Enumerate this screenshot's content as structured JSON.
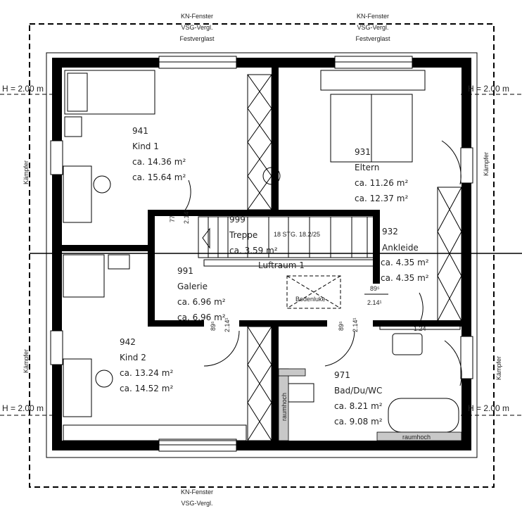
{
  "windows": {
    "top_left": [
      "KN-Fenster",
      "VSG-Vergl.",
      "Festverglast"
    ],
    "top_right": [
      "KN-Fenster",
      "VSG-Vergl.",
      "Festverglast"
    ],
    "bottom": [
      "KN-Fenster",
      "VSG-Vergl."
    ]
  },
  "height_marks": [
    "H = 2.00 m",
    "H = 2.00 m",
    "H = 2.00 m",
    "H = 2.00 m"
  ],
  "kaempfer": [
    "Kämpfer",
    "Kämpfer",
    "Kämpfer",
    "Kämpfer"
  ],
  "rooms": {
    "kind1": {
      "number": "941",
      "name": "Kind 1",
      "area1": "ca. 14.36 m²",
      "area2": "ca. 15.64 m²"
    },
    "eltern": {
      "number": "931",
      "name": "Eltern",
      "area1": "ca. 11.26 m²",
      "area2": "ca. 12.37 m²"
    },
    "treppe": {
      "number": "999",
      "name": "Treppe",
      "area1": "ca. 3.59 m²",
      "stairs": "18 STG. 18.2/25"
    },
    "ankleide": {
      "number": "932",
      "name": "Ankleide",
      "area1": "ca. 4.35 m²",
      "area2": "ca. 4.35 m²"
    },
    "galerie": {
      "number": "991",
      "name": "Galerie",
      "area1": "ca. 6.96 m²",
      "area2": "ca. 6.96 m²"
    },
    "kind2": {
      "number": "942",
      "name": "Kind 2",
      "area1": "ca. 13.24 m²",
      "area2": "ca. 14.52 m²"
    },
    "bad": {
      "number": "971",
      "name": "Bad/Du/WC",
      "area1": "ca. 8.21 m²",
      "area2": "ca. 9.08 m²"
    }
  },
  "labels": {
    "luftraum": "Luftraum 1",
    "bodenluke": "Bodenluke",
    "raumhoch1": "raumhoch",
    "raumhoch2": "raumhoch"
  },
  "dimensions": {
    "door_kind1_w": "77",
    "door_kind1_h": "2.14¹",
    "door_ank_w": "89⁵",
    "door_ank_h": "2.14¹",
    "door_gal_w": "89⁵",
    "door_gal_h": "2.14¹",
    "door_bad_w": "89⁵",
    "door_bad_h": "2.14¹",
    "sink": "1.24"
  }
}
